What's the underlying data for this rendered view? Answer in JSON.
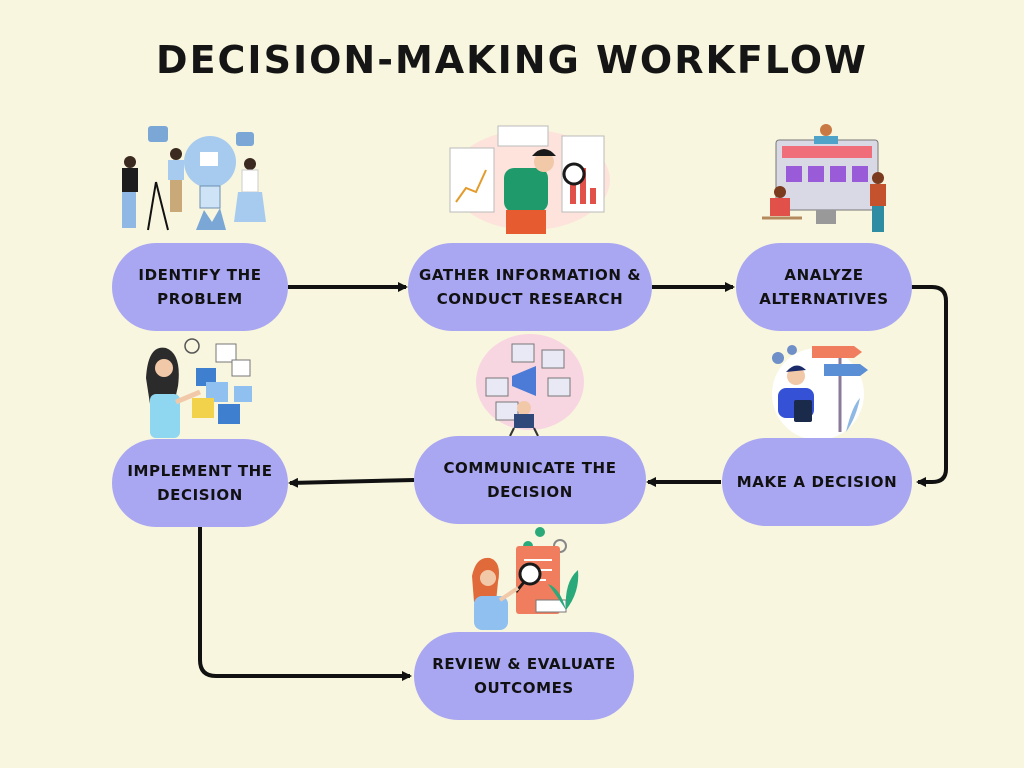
{
  "title": "DECISION-MAKING WORKFLOW",
  "colors": {
    "background": "#f8f6de",
    "step_fill": "#a9a6f2",
    "arrow": "#111111",
    "text": "#111111"
  },
  "steps": [
    {
      "line1": "IDENTIFY THE",
      "line2": "PROBLEM",
      "icon": "brainstorm-lightbulb-illustration"
    },
    {
      "line1": "GATHER INFORMATION &",
      "line2": "CONDUCT RESEARCH",
      "icon": "research-magnifier-illustration"
    },
    {
      "line1": "ANALYZE",
      "line2": "ALTERNATIVES",
      "icon": "team-dashboard-illustration"
    },
    {
      "line1": "MAKE A DECISION",
      "line2": "",
      "icon": "signpost-choice-illustration"
    },
    {
      "line1": "COMMUNICATE THE",
      "line2": "DECISION",
      "icon": "video-meeting-illustration"
    },
    {
      "line1": "IMPLEMENT THE",
      "line2": "DECISION",
      "icon": "puzzle-pieces-illustration"
    },
    {
      "line1": "REVIEW & EVALUATE",
      "line2": "OUTCOMES",
      "icon": "review-document-illustration"
    }
  ],
  "connections": [
    {
      "from": "IDENTIFY THE PROBLEM",
      "to": "GATHER INFORMATION & CONDUCT RESEARCH"
    },
    {
      "from": "GATHER INFORMATION & CONDUCT RESEARCH",
      "to": "ANALYZE ALTERNATIVES"
    },
    {
      "from": "ANALYZE ALTERNATIVES",
      "to": "MAKE A DECISION"
    },
    {
      "from": "MAKE A DECISION",
      "to": "COMMUNICATE THE DECISION"
    },
    {
      "from": "COMMUNICATE THE DECISION",
      "to": "IMPLEMENT THE DECISION"
    },
    {
      "from": "IMPLEMENT THE DECISION",
      "to": "REVIEW & EVALUATE OUTCOMES"
    }
  ]
}
